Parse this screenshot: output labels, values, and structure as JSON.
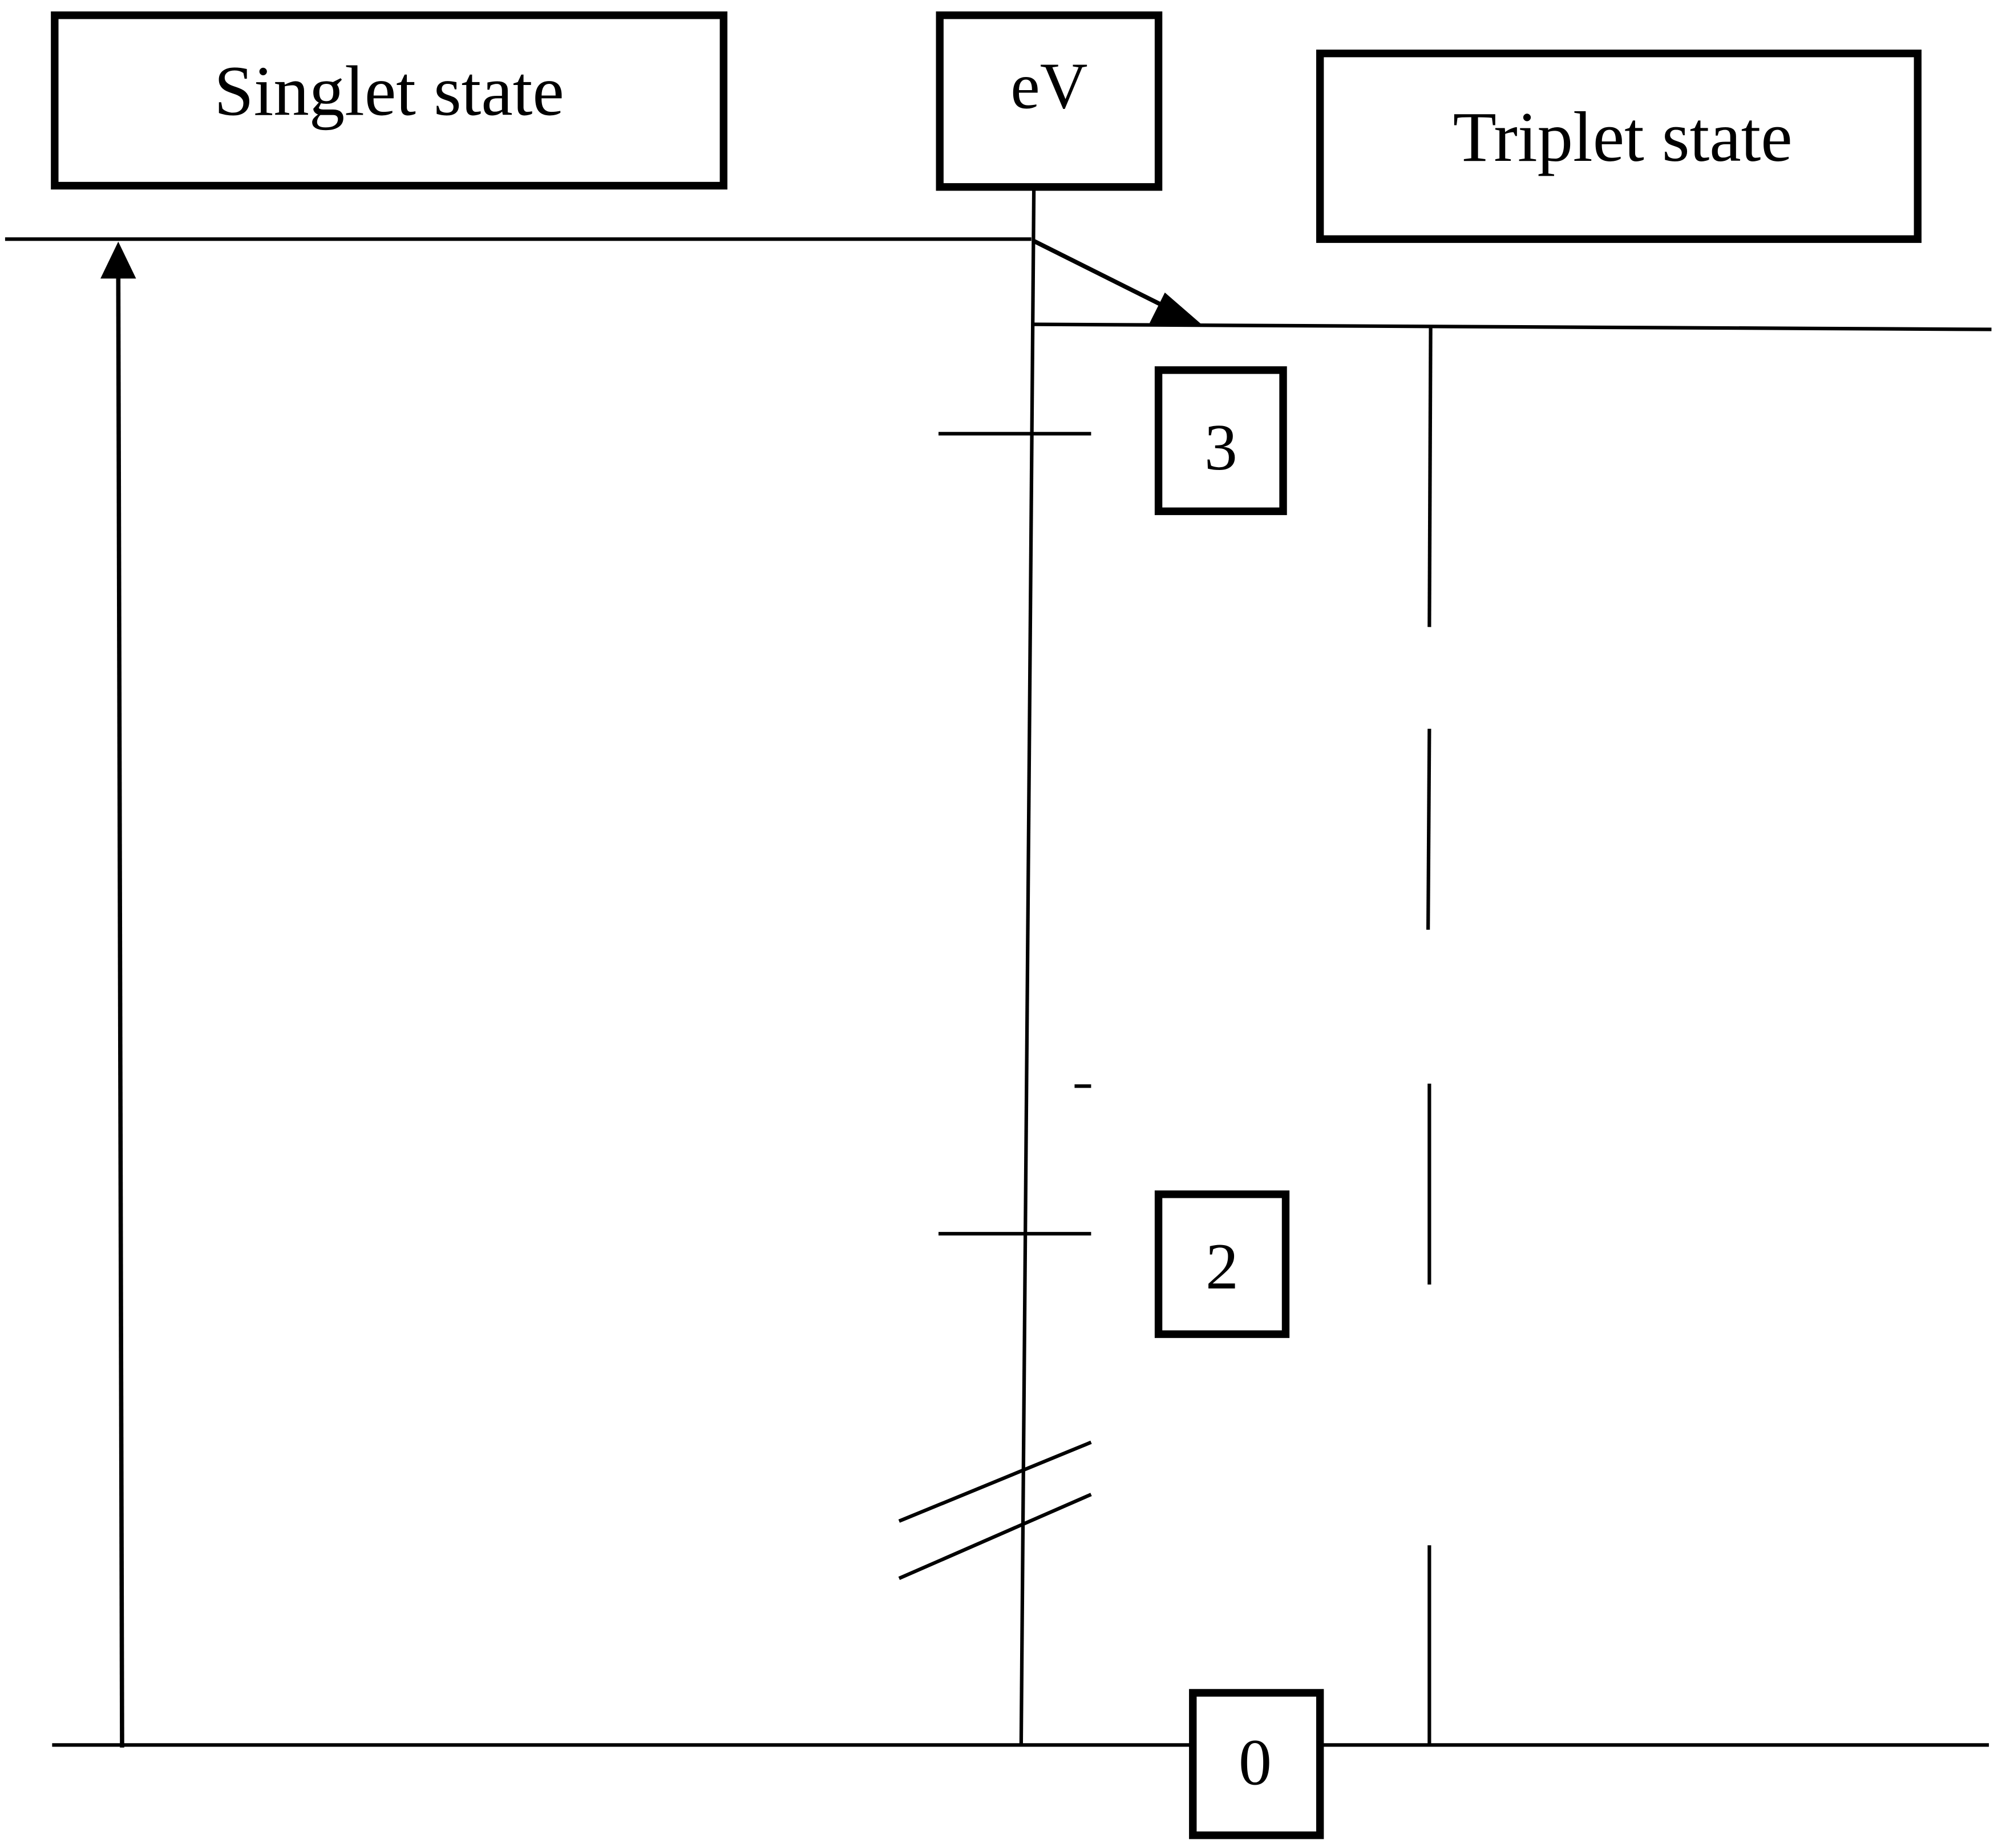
{
  "labels": {
    "singlet": "Singlet state",
    "unit": "eV",
    "triplet": "Triplet state",
    "tick_3": "3",
    "tick_2": "2",
    "tick_0": "0"
  },
  "colors": {
    "line": "#000000",
    "background": "#ffffff"
  }
}
